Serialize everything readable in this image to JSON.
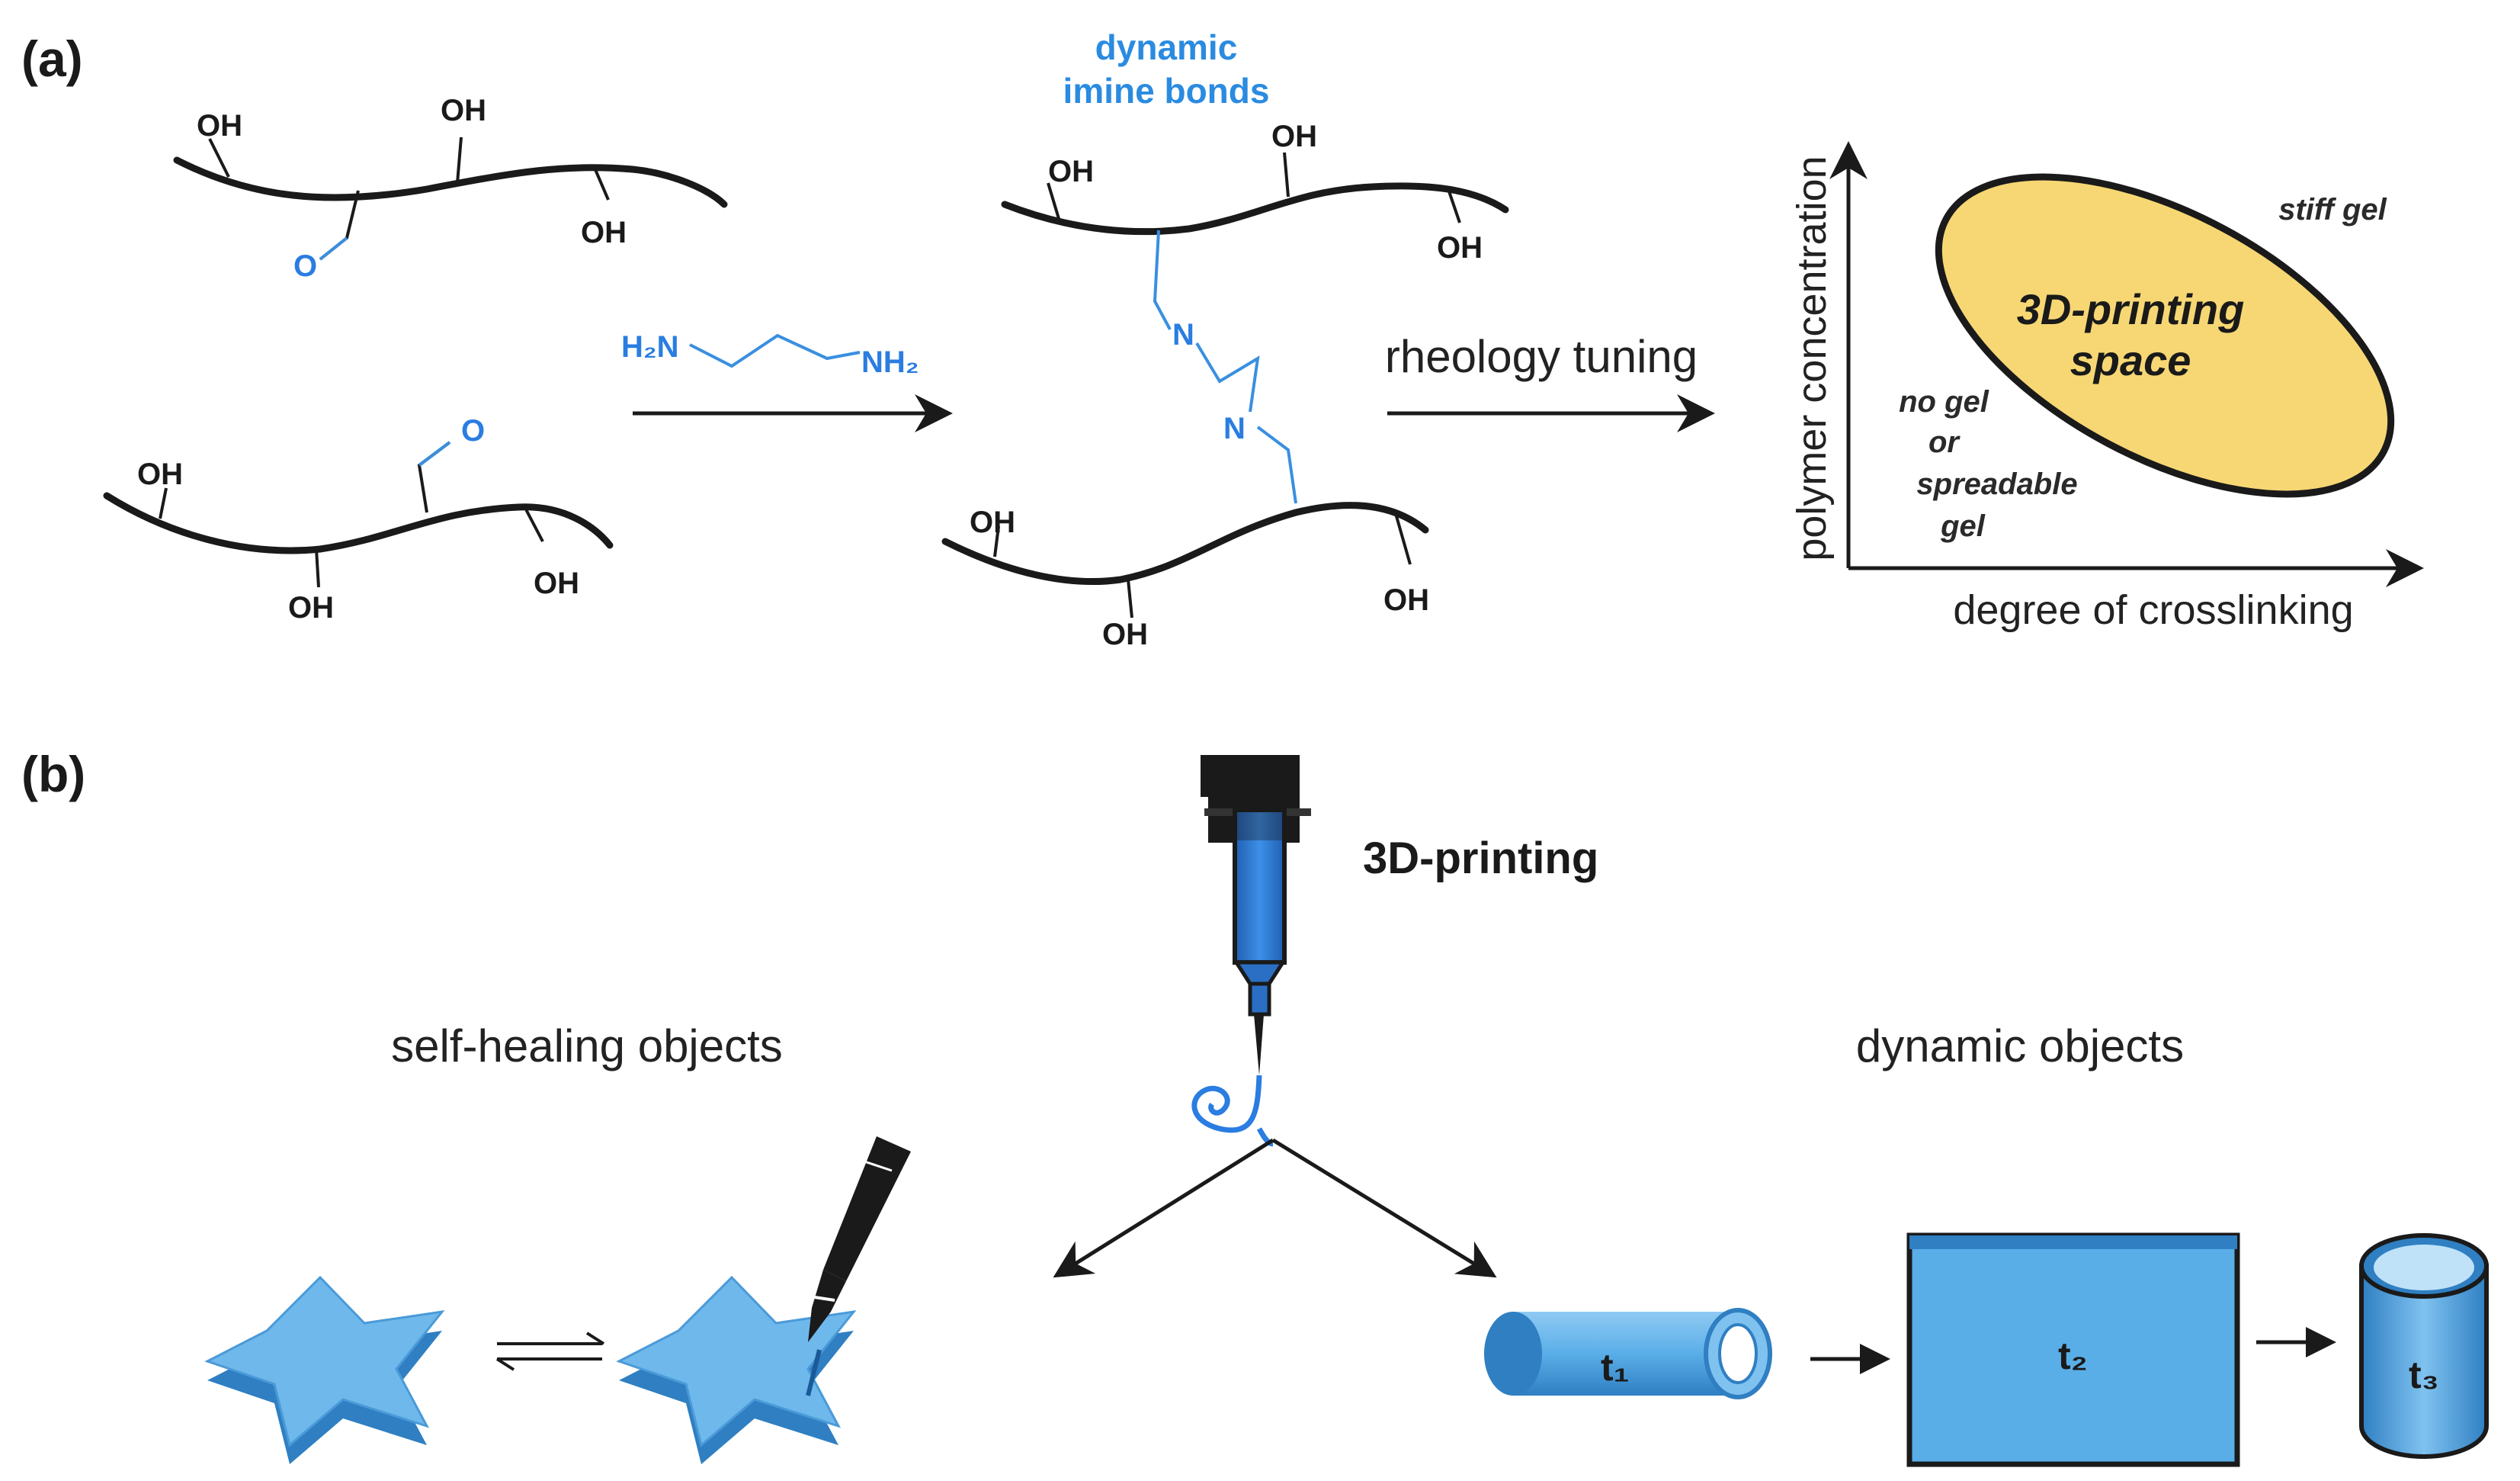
{
  "panel_labels": {
    "a": "(a)",
    "b": "(b)"
  },
  "panel_a": {
    "oh": "OH",
    "aldehyde_o": "O",
    "n": "N",
    "h2n": "H₂N",
    "nh2": "NH₂",
    "dynamic_line1": "dynamic",
    "dynamic_line2": "imine bonds",
    "rheology": "rheology  tuning",
    "x_axis_label": "degree of crosslinking",
    "y_axis_label": "polymer concentration",
    "stiff_gel": "stiff gel",
    "printing_space_line1": "3D-printing",
    "printing_space_line2": "space",
    "no_gel_lines": [
      "no gel",
      "or",
      "spreadable",
      "gel"
    ],
    "colors": {
      "blue": "#2a7de1",
      "ellipse_fill": "#f7d774",
      "shape_blue": "#5aaee8"
    }
  },
  "panel_b": {
    "printing_label": "3D-printing",
    "self_healing": "self-healing objects",
    "dynamic_objects": "dynamic objects",
    "t1": "t₁",
    "t2": "t₂",
    "t3": "t₃",
    "icons": [
      "syringe-icon",
      "star-icon",
      "scalpel-icon",
      "tube-icon",
      "sheet-icon",
      "cylinder-icon"
    ]
  }
}
